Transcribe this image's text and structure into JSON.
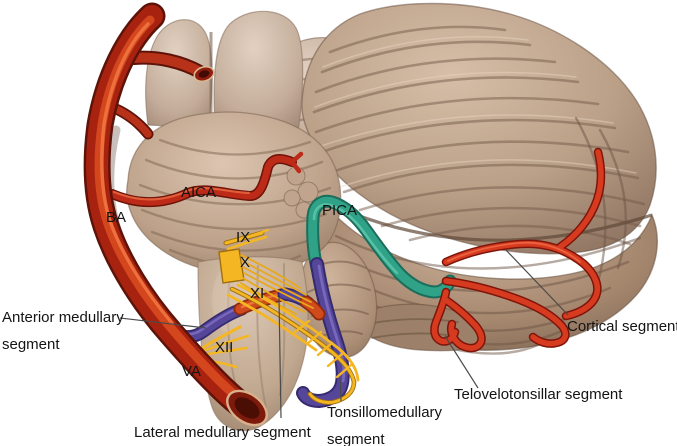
{
  "figure": {
    "type": "anatomical-illustration",
    "subject": "Cerebellum and brainstem with PICA arterial segments, lateral view"
  },
  "labels": {
    "ba": "BA",
    "aica": "AICA",
    "pica": "PICA",
    "va": "VA",
    "nerve_ix": "IX",
    "nerve_x": "X",
    "nerve_xi": "XI",
    "nerve_xii": "XII",
    "anterior_medullary_line1": "Anterior medullary",
    "anterior_medullary_line2": "segment",
    "lateral_medullary": "Lateral medullary segment",
    "tonsillomedullary_line1": "Tonsillomedullary",
    "tonsillomedullary_line2": "segment",
    "telovelotonsillar": "Telovelotonsillar segment",
    "cortical": "Cortical segment"
  },
  "colors": {
    "artery_red": "#a8230f",
    "pica_purple": "#564699",
    "pica_orange": "#cf4a1c",
    "pica_teal": "#2fa287",
    "cortical_red": "#d63b20",
    "nerve_yellow": "#f4b723",
    "brain_tan": "#c0a48d",
    "background": "#ffffff"
  }
}
